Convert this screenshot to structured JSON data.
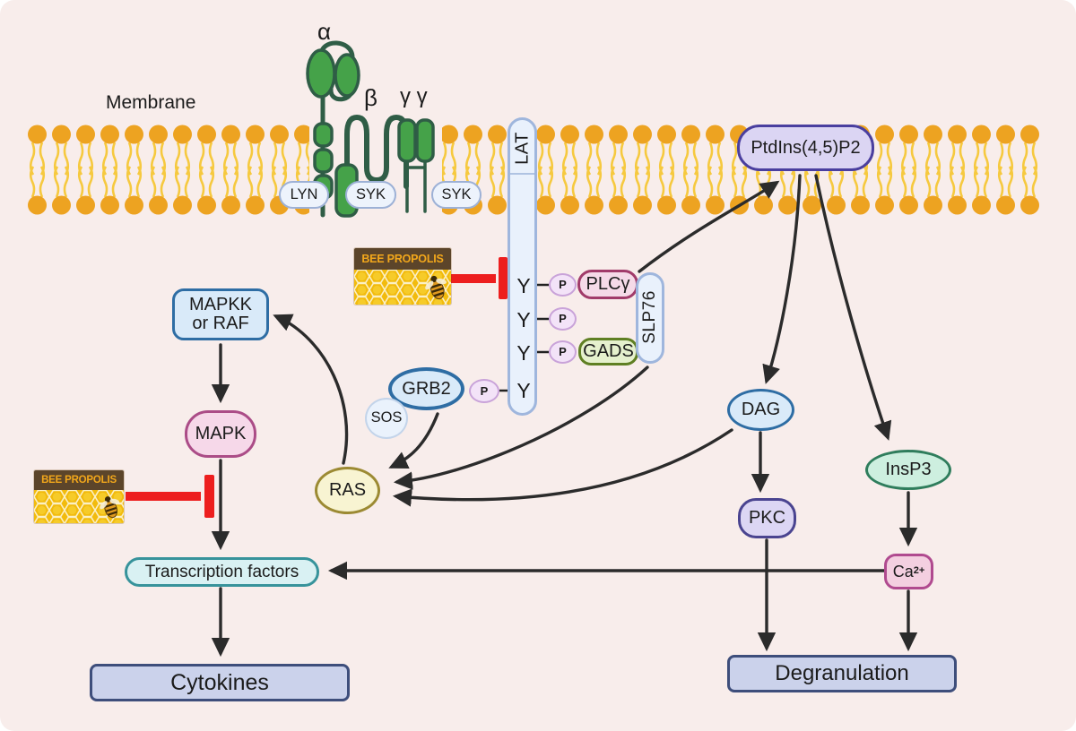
{
  "labels": {
    "membrane": "Membrane"
  },
  "receptor": {
    "alpha_label": "α",
    "beta_label": "β",
    "gamma_label": "γ γ",
    "lyn": "LYN",
    "syk_left": "SYK",
    "syk_right": "SYK"
  },
  "lat": {
    "label": "LAT",
    "tyrosines": [
      "Y",
      "Y",
      "Y",
      "Y"
    ],
    "phosphate": "P"
  },
  "adapters": {
    "plc_gamma": "PLCγ",
    "slp76": "SLP76",
    "gads": "GADS",
    "grb2": "GRB2",
    "sos": "SOS"
  },
  "cascade": {
    "ras": "RAS",
    "mapkk_line1": "MAPKK",
    "mapkk_line2": "or RAF",
    "mapk": "MAPK",
    "transcription_factors": "Transcription factors",
    "cytokines": "Cytokines"
  },
  "lipid_pathway": {
    "ptdins": "PtdIns(4,5)P2",
    "dag": "DAG",
    "pkc": "PKC",
    "insp3": "InsP3",
    "calcium_base": "Ca",
    "calcium_sup": "2+",
    "degranulation": "Degranulation"
  },
  "inhibitor": {
    "label": "BEE PROPOLIS"
  },
  "palette": {
    "background": "#F8EDEB",
    "membrane_head": "#EDA321",
    "membrane_tail": "#F6C93F",
    "receptor_green": "#45A249",
    "receptor_dark_green": "#2F5D46",
    "arrow_black": "#2B2B2B",
    "inhibition_red": "#ED1E1E",
    "ptdins_purple": "#4A3F9F",
    "plc_magenta": "#A13B6A",
    "gads_olive": "#5F7F23",
    "blue_border": "#2E6DA4",
    "teal_border": "#37939B",
    "slate_border": "#3E4E7B"
  }
}
